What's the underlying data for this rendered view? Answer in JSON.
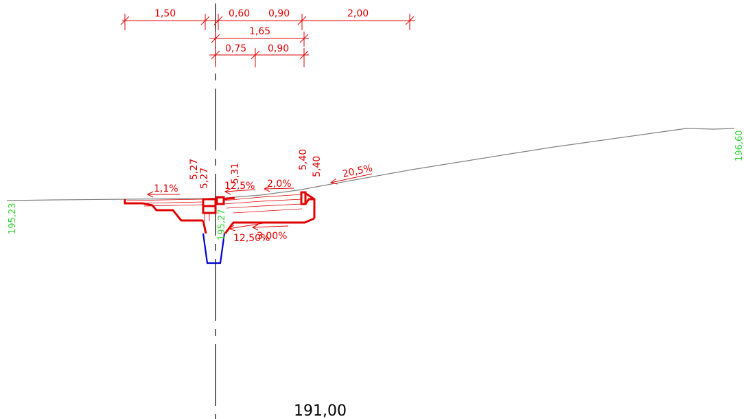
{
  "drawing": {
    "dimensions": {
      "top_left": "1,50",
      "top_mid_a": "0,60",
      "top_mid_b": "0,90",
      "top_right": "2,00",
      "row2": "1,65",
      "row3_a": "0,75",
      "row3_b": "0,90"
    },
    "slopes": {
      "left": "1,1%",
      "center_left": "12,5%",
      "center_right": "2,0%",
      "right": "20,5%",
      "bottom_a": "12,50%",
      "bottom_b": "3,00%"
    },
    "heights": {
      "h_527_a": "5,27",
      "h_527_b": "5,27",
      "h_531": "5,31",
      "h_540_a": "5,40",
      "h_540_b": "5,40"
    },
    "elevations": {
      "left": "195,23",
      "center": "195,27",
      "right": "196,60"
    },
    "reference_level": "191,00",
    "colors": {
      "annotation": "#e00000",
      "elevation": "#33d633",
      "ground": "#808080",
      "channel": "#0000cc",
      "axis": "#000000"
    }
  }
}
